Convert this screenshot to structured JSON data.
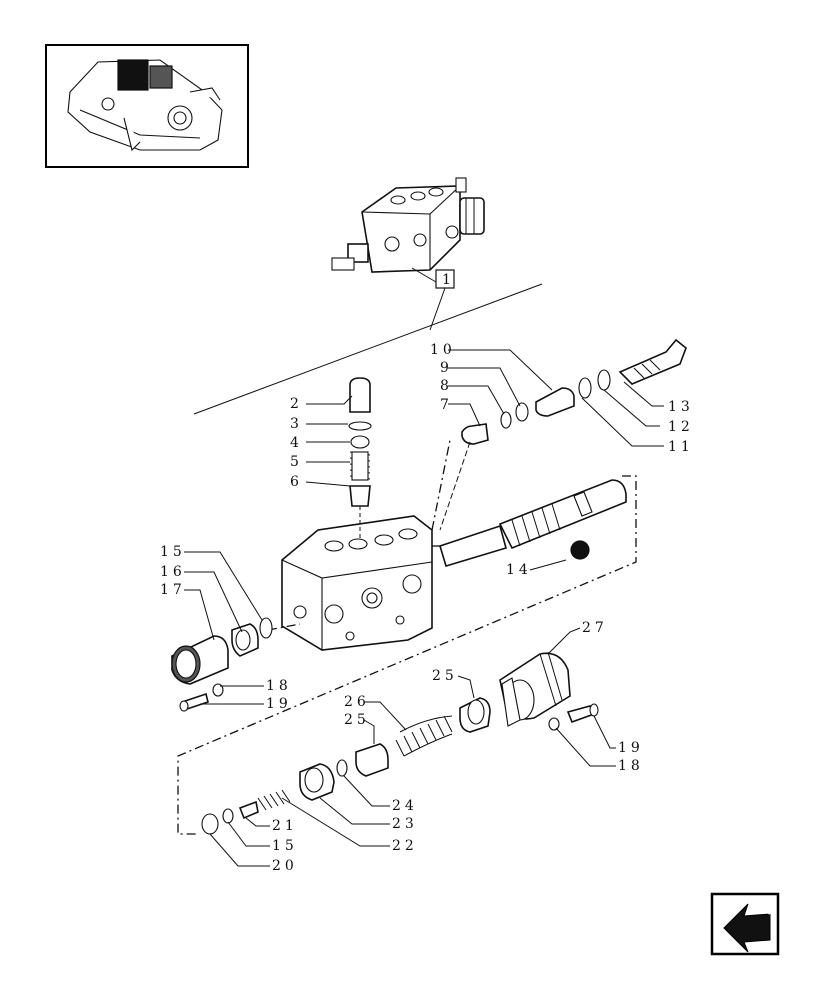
{
  "callouts": {
    "c1": "1",
    "c2": "2",
    "c3": "3",
    "c4": "4",
    "c5": "5",
    "c6": "6",
    "c7": "7",
    "c8": "8",
    "c9": "9",
    "c10": "10",
    "c11": "11",
    "c12": "12",
    "c13": "13",
    "c14": "14",
    "c15a": "15",
    "c15b": "15",
    "c16": "16",
    "c17": "17",
    "c18a": "18",
    "c18b": "18",
    "c19a": "19",
    "c19b": "19",
    "c20": "20",
    "c21": "21",
    "c22": "22",
    "c23": "23",
    "c24": "24",
    "c25a": "25",
    "c25b": "25",
    "c26": "26",
    "c27": "27"
  },
  "icons": {
    "thumbnail": "assembly-thumbnail-icon",
    "nav": "previous-page-arrow-icon"
  }
}
